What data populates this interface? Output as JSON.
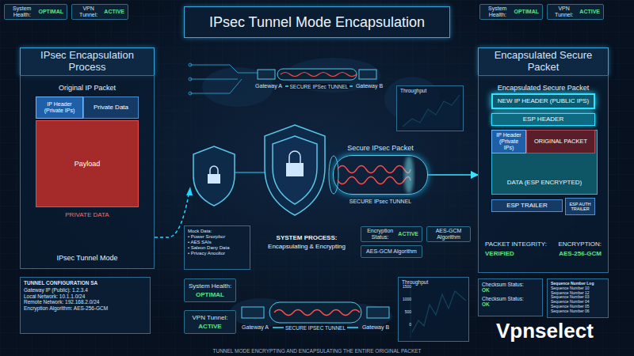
{
  "diagram": {
    "title": "IPsec Tunnel Mode Encapsulation",
    "caption": "TUNNEL MODE ENCRYPTING AND ENCAPSULATING THE ENTIRE ORIGINAL PACKET",
    "nodes": [
      {
        "text": [
          "System Health:",
          "OPTIMAL"
        ]
      },
      {
        "text": [
          "VPN Tunnel:",
          "ACTIVE"
        ]
      },
      {
        "text": [
          "System Health:",
          "OPTIMAL"
        ]
      },
      {
        "text": [
          "VPN Tunnel:",
          "ACTIVE"
        ]
      },
      {
        "text": [
          "IPsec Encapsulation Process"
        ]
      },
      {
        "text": [
          "Original IP Packet",
          "IPsec Tunnel Mode"
        ]
      },
      {
        "text": [
          "IP Header (Private IPs)"
        ],
        "in": 5
      },
      {
        "text": [
          "Private Data"
        ],
        "in": 5
      },
      {
        "text": [
          "Payload",
          "PRIVATE DATA"
        ],
        "in": 5
      },
      {
        "text": [
          "TUNNEL CONFIGURATION SA",
          "Gateway IP (Public): 1.2.3.4",
          "Local Network: 10.1.1.0/24",
          "Remote Network: 192.168.2.0/24",
          "Encryption Algorithm: AES-256-GCM"
        ]
      },
      {
        "text": [
          "Gateway A"
        ]
      },
      {
        "text": [
          "Gateway B"
        ]
      },
      {
        "text": [
          "Throughput"
        ]
      },
      {
        "text": [
          "Secure IPsec Packet",
          "SECURE IPsec TUNNEL"
        ]
      },
      {
        "text": [
          "Mock Data:",
          "• Power Snorpbor",
          "• AES SAIs",
          "• Saleon Dany Data",
          "• Privacy Anooltor"
        ]
      },
      {
        "text": [
          "Encryption Status:",
          "ACTIVE"
        ]
      },
      {
        "text": [
          "AES-GCM Algorithm"
        ]
      },
      {
        "text": [
          "AES-GCM Algorithm"
        ]
      },
      {
        "text": [
          "System Health:",
          "OPTIMAL"
        ]
      },
      {
        "text": [
          "VPN Tunnel:",
          "ACTIVE"
        ]
      },
      {
        "text": [
          "Gateway A"
        ]
      },
      {
        "text": [
          "Gateway B"
        ]
      },
      {
        "text": [
          "Throughput"
        ]
      },
      {
        "text": [
          "Encapsulated Secure Packet"
        ]
      },
      {
        "text": [
          "Encapsulated Secure Packet",
          "PACKET INTEGRITY:",
          "VERIFIED",
          "ENCRYPTION:",
          "AES-256-GCM"
        ]
      },
      {
        "text": [
          "NEW IP HEADER (PUBLIC IPS)"
        ],
        "in": 24
      },
      {
        "text": [
          "ESP HEADER"
        ],
        "in": 24
      },
      {
        "text": [
          "DATA (ESP ENCRYPTED)"
        ],
        "in": 24
      },
      {
        "text": [
          "IP Header (Private IPs)"
        ],
        "in": 27
      },
      {
        "text": [
          "ORIGINAL PACKET"
        ],
        "in": 27
      },
      {
        "text": [
          "ESP TRAILER"
        ],
        "in": 24
      },
      {
        "text": [
          "ESP AUTH TRAILER"
        ],
        "in": 24
      },
      {
        "text": [
          "Checksum Status:",
          "OK",
          "Checksum Status:",
          "OK"
        ]
      },
      {
        "text": [
          "Sequence Number Log",
          "Sequence Number 10",
          "Sequence Number 12",
          "Sequence Number 03",
          "Sequence Number 04",
          "Sequence Number 05",
          "Sequence Number 06"
        ]
      }
    ],
    "edges": [
      {
        "from": 10,
        "to": 11,
        "arrow": "none",
        "label": "SECURE IPSec TUNNEL"
      },
      {
        "from": 13,
        "to": 24,
        "arrow": "to"
      },
      {
        "from": 20,
        "to": 21,
        "arrow": "none",
        "label": "SECURE IPSEC TUNNEL"
      }
    ],
    "labels": [
      "SYSTEM PROCESS:",
      "Encapsulating & Encrypting",
      "1500",
      "1000",
      "500",
      "0",
      "Vpnselect"
    ]
  }
}
